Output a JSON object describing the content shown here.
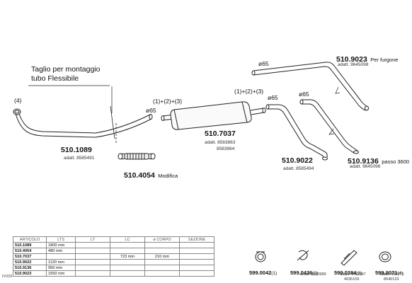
{
  "title_note": {
    "line1": "Taglio per montaggio",
    "line2": "tubo Flessibile"
  },
  "labels": {
    "marker_4": "(4)",
    "dia_65_a": "ø65",
    "dia_65_b": "ø65",
    "dia_65_c": "ø65",
    "dia_65_d": "ø65",
    "assembly_a": "(1)+(2)+(3)",
    "assembly_b": "(1)+(2)+(3)"
  },
  "parts": {
    "p5101089": {
      "code": "510.1089",
      "adatt": "adatt. 8585491"
    },
    "p5104054": {
      "code": "510.4054",
      "suffix": "Modifica"
    },
    "p5107037": {
      "code": "510.7037",
      "adatt1": "adatt. 8583863",
      "adatt2": "8583864"
    },
    "p5109022": {
      "code": "510.9022",
      "adatt": "adatt. 8585494"
    },
    "p5109136": {
      "code": "510.9136",
      "suffix": "passo 3600",
      "adatt": "adatt. 9645096"
    },
    "p5109023": {
      "code": "510.9023",
      "suffix": "Per furgone",
      "adatt": "adatt. 9645098"
    }
  },
  "table": {
    "headers": [
      "ARTICOLO",
      "LTS",
      "LT",
      "LC",
      "ø CORPO",
      "SEZIONE"
    ],
    "rows": [
      {
        "code": "510.1089",
        "lts": "1800 mm",
        "lt": "",
        "lc": "",
        "corpo": "",
        "sezione": ""
      },
      {
        "code": "510.4054",
        "lts": "480 mm",
        "lt": "",
        "lc": "",
        "corpo": "",
        "sezione": ""
      },
      {
        "code": "510.7037",
        "lts": "",
        "lt": "",
        "lc": "723 mm",
        "corpo": "210 mm",
        "sezione": ""
      },
      {
        "code": "510.9022",
        "lts": "1120 mm",
        "lt": "",
        "lc": "",
        "corpo": "",
        "sezione": ""
      },
      {
        "code": "510.9136",
        "lts": "950 mm",
        "lt": "",
        "lc": "",
        "corpo": "",
        "sezione": ""
      },
      {
        "code": "510.9023",
        "lts": "1550 mm",
        "lt": "",
        "lc": "",
        "corpo": "",
        "sezione": ""
      }
    ],
    "side_code": "IV026"
  },
  "accessories": [
    {
      "code": "599.0042",
      "num": "(1)",
      "notes": []
    },
    {
      "code": "599.0436",
      "num": "(2)",
      "notes": [
        "adatt. 8580989"
      ]
    },
    {
      "code": "599.0384",
      "num": "(3)",
      "notes": [
        "adatt. 4013947",
        "4035159"
      ]
    },
    {
      "code": "599.0071",
      "num": "(4)",
      "notes": [
        "adatt. 682971",
        "8540133"
      ]
    }
  ]
}
